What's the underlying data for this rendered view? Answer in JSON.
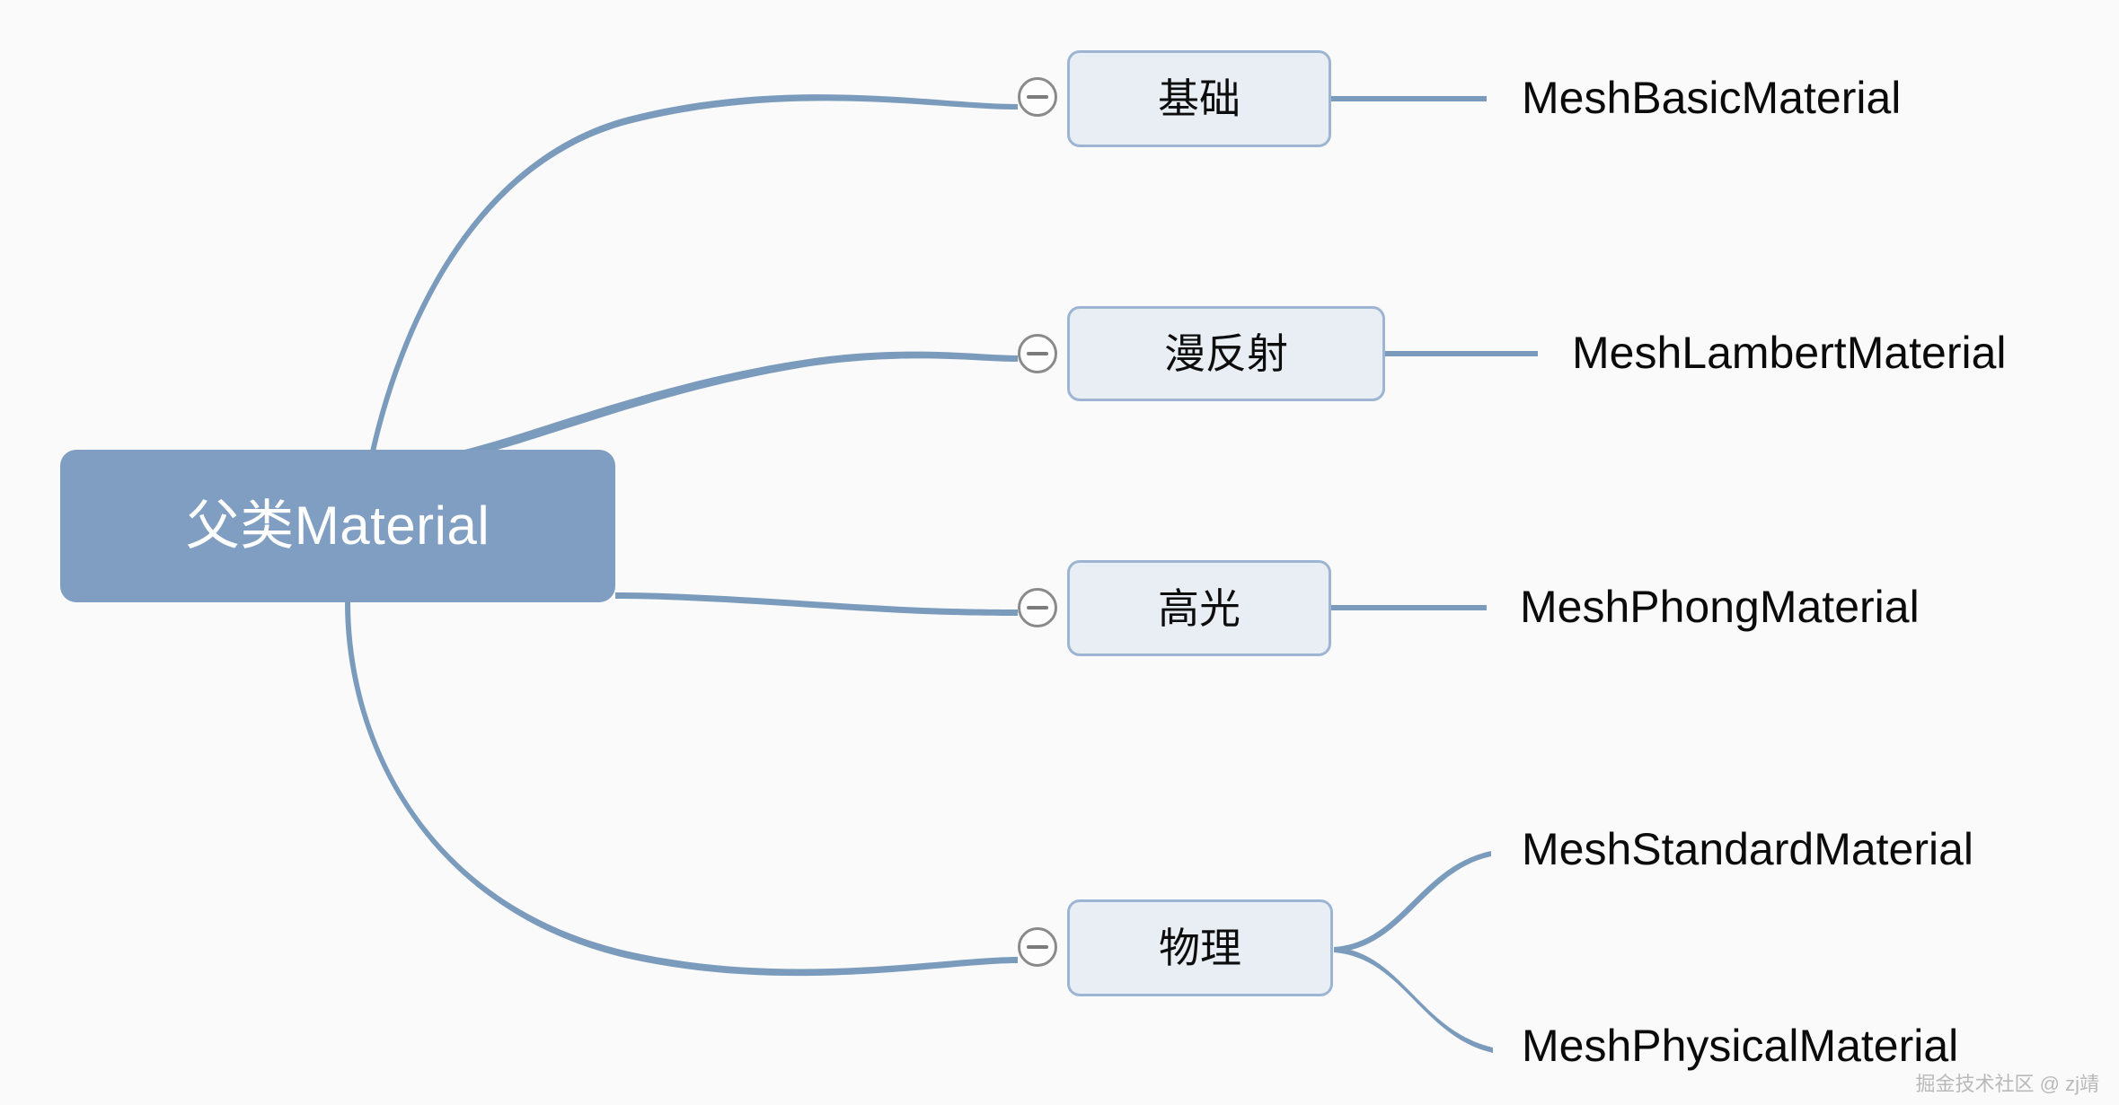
{
  "diagram": {
    "type": "mind-map",
    "background_color": "#fafafa",
    "root": {
      "label": "父类Material",
      "fill_color": "#7f9ec2",
      "text_color": "#ffffff"
    },
    "branch_style": {
      "fill_color": "#e9eef4",
      "border_color": "#9db5d2",
      "text_color": "#0d0d0d",
      "connector_color": "#7b9bbd"
    },
    "toggle_icon": {
      "name": "minus-circle-icon",
      "glyph": "−",
      "stroke_color": "#8a8a8a",
      "fill_color": "#fdfdfd"
    },
    "branches": [
      {
        "label": "基础",
        "leaves": [
          {
            "label": "MeshBasicMaterial"
          }
        ]
      },
      {
        "label": "漫反射",
        "leaves": [
          {
            "label": "MeshLambertMaterial"
          }
        ]
      },
      {
        "label": "高光",
        "leaves": [
          {
            "label": "MeshPhongMaterial"
          }
        ]
      },
      {
        "label": "物理",
        "leaves": [
          {
            "label": "MeshStandardMaterial"
          },
          {
            "label": "MeshPhysicalMaterial"
          }
        ]
      }
    ]
  },
  "watermark": {
    "text": "掘金技术社区 @ zj靖"
  }
}
